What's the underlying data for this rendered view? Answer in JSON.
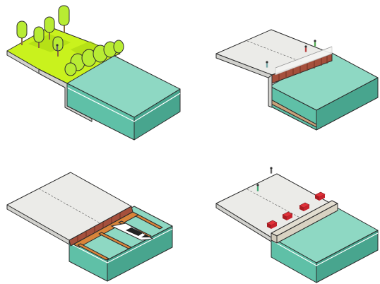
{
  "diagram": {
    "panels": [
      {
        "id": "natural-shore",
        "surface": "grass",
        "features": [
          "trees",
          "water"
        ]
      },
      {
        "id": "quay-wall",
        "surface": "pavement",
        "features": [
          "sheet-pile-wall",
          "railing",
          "pedestrians",
          "water"
        ]
      },
      {
        "id": "marina",
        "surface": "pavement",
        "features": [
          "sheet-pile-wall",
          "jetties",
          "boat",
          "water"
        ]
      },
      {
        "id": "promenade",
        "surface": "pavement",
        "features": [
          "low-wall",
          "red-benches",
          "pedestrians",
          "water"
        ]
      }
    ]
  },
  "colors": {
    "water_top": "#8ed8c3",
    "water_front": "#5fc0a7",
    "water_side": "#48a58e",
    "pavement_top": "#ebebe8",
    "pavement_edge": "#d2d2ce",
    "grass": "#c9f21d",
    "grass_dark": "#a6d411",
    "tree": "#b8ec33",
    "tree_trunk": "#8a6a3a",
    "wood": "#d8843a",
    "sheet_pile": "#a5503c",
    "bench": "#c8222c",
    "outline": "#2c2c2c"
  }
}
